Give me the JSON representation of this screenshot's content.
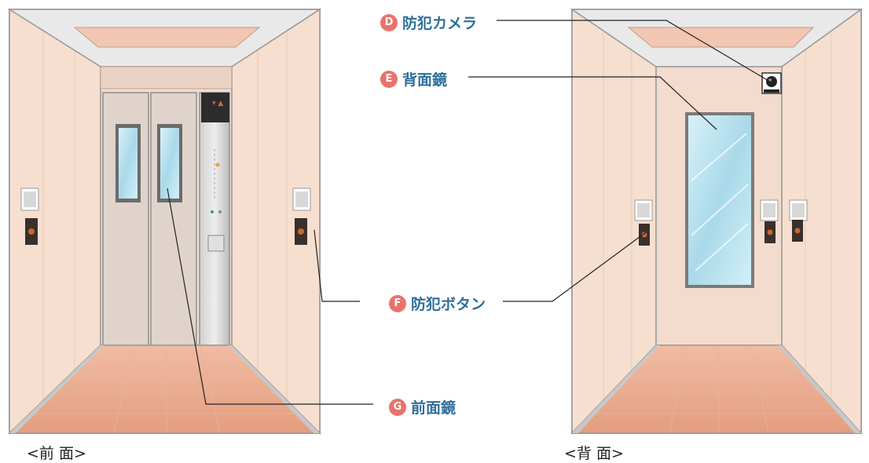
{
  "labels": {
    "camera": {
      "badge": "D",
      "text": "防犯カメラ"
    },
    "back_mirror": {
      "badge": "E",
      "text": "背面鏡"
    },
    "button": {
      "badge": "F",
      "text": "防犯ボタン"
    },
    "front_mirror": {
      "badge": "G",
      "text": "前面鏡"
    }
  },
  "captions": {
    "front": "<前 面>",
    "back": "<背 面>"
  },
  "colors": {
    "badge": "#e8736c",
    "label_text": "#2f6f9b",
    "wall": "#f7e2d3",
    "floor": "#e9ab8f",
    "frame": "#b7b7b7",
    "mirror": "#b7e1ef",
    "ceiling_panel": "#f2c6b1"
  }
}
